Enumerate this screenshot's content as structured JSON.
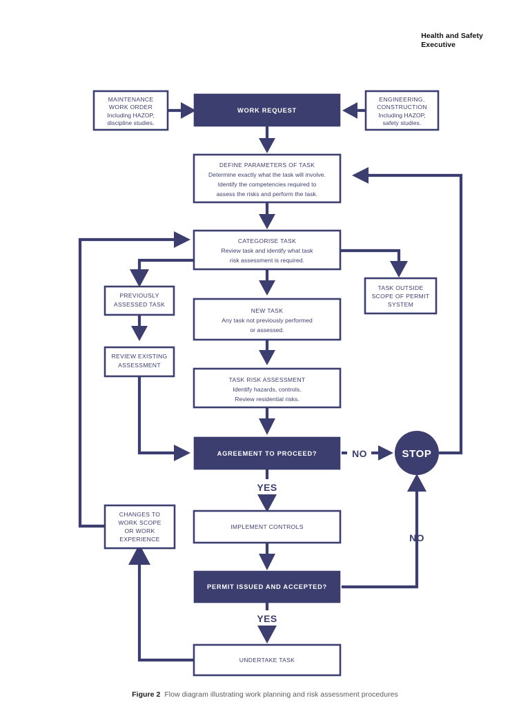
{
  "header": {
    "line1": "Health and Safety",
    "line2": "Executive"
  },
  "caption": {
    "figure_label": "Figure 2",
    "text": "Flow diagram illustrating work planning and risk assessment procedures"
  },
  "colors": {
    "brand_navy": "#3b3e6e",
    "page_background": "#ffffff",
    "box_text_light": "#ffffff",
    "caption_grey": "#5a5a5a"
  },
  "chart_data": {
    "type": "flowchart",
    "title": "Flow diagram illustrating work planning and risk assessment procedures",
    "nodes": [
      {
        "id": "maintenance",
        "style": "outline",
        "lines": [
          "MAINTENANCE",
          "WORK ORDER",
          "Including HAZOP,",
          "discipline studies."
        ]
      },
      {
        "id": "work_request",
        "style": "filled",
        "lines": [
          "WORK REQUEST"
        ]
      },
      {
        "id": "engineering",
        "style": "outline",
        "lines": [
          "ENGINEERING,",
          "CONSTRUCTION",
          "Including HAZOP,",
          "safety studies."
        ]
      },
      {
        "id": "define_parameters",
        "style": "outline",
        "lines": [
          "DEFINE PARAMETERS OF TASK",
          "Determine exactly what the task will involve.",
          "Identify the competencies required to",
          "assess the risks and perform the task."
        ]
      },
      {
        "id": "categorise_task",
        "style": "outline",
        "lines": [
          "CATEGORISE TASK",
          "Review task and identify what task",
          "risk assessment is required."
        ]
      },
      {
        "id": "previously_assessed",
        "style": "outline",
        "lines": [
          "PREVIOUSLY",
          "ASSESSED TASK"
        ]
      },
      {
        "id": "new_task",
        "style": "outline",
        "lines": [
          "NEW TASK",
          "Any task not previously performed",
          "or assessed."
        ]
      },
      {
        "id": "task_outside_scope",
        "style": "outline",
        "lines": [
          "TASK OUTSIDE",
          "SCOPE OF PERMIT",
          "SYSTEM"
        ]
      },
      {
        "id": "review_existing",
        "style": "outline",
        "lines": [
          "REVIEW EXISTING",
          "ASSESSMENT"
        ]
      },
      {
        "id": "task_risk_assessment",
        "style": "outline",
        "lines": [
          "TASK RISK ASSESSMENT",
          "Identify hazards, controls.",
          "Review residential risks."
        ]
      },
      {
        "id": "agreement_to_proceed",
        "style": "filled",
        "lines": [
          "AGREEMENT TO PROCEED?"
        ]
      },
      {
        "id": "stop",
        "style": "circle",
        "lines": [
          "STOP"
        ]
      },
      {
        "id": "changes_to_work",
        "style": "outline",
        "lines": [
          "CHANGES TO",
          "WORK SCOPE",
          "OR  WORK",
          "EXPERIENCE"
        ]
      },
      {
        "id": "implement_controls",
        "style": "outline",
        "lines": [
          "IMPLEMENT CONTROLS"
        ]
      },
      {
        "id": "permit_issued",
        "style": "filled",
        "lines": [
          "PERMIT ISSUED AND ACCEPTED?"
        ]
      },
      {
        "id": "undertake_task",
        "style": "outline",
        "lines": [
          "UNDERTAKE TASK"
        ]
      }
    ],
    "edge_labels": [
      "NO",
      "YES",
      "NO",
      "YES"
    ],
    "edges": [
      {
        "from": "maintenance",
        "to": "work_request",
        "label": ""
      },
      {
        "from": "engineering",
        "to": "work_request",
        "label": ""
      },
      {
        "from": "work_request",
        "to": "define_parameters",
        "label": ""
      },
      {
        "from": "define_parameters",
        "to": "categorise_task",
        "label": ""
      },
      {
        "from": "categorise_task",
        "to": "previously_assessed",
        "label": ""
      },
      {
        "from": "categorise_task",
        "to": "new_task",
        "label": ""
      },
      {
        "from": "categorise_task",
        "to": "task_outside_scope",
        "label": ""
      },
      {
        "from": "previously_assessed",
        "to": "review_existing",
        "label": ""
      },
      {
        "from": "new_task",
        "to": "task_risk_assessment",
        "label": ""
      },
      {
        "from": "task_risk_assessment",
        "to": "agreement_to_proceed",
        "label": ""
      },
      {
        "from": "review_existing",
        "to": "agreement_to_proceed",
        "label": ""
      },
      {
        "from": "agreement_to_proceed",
        "to": "stop",
        "label": "NO"
      },
      {
        "from": "agreement_to_proceed",
        "to": "implement_controls",
        "label": "YES"
      },
      {
        "from": "stop",
        "to": "define_parameters",
        "label": ""
      },
      {
        "from": "implement_controls",
        "to": "permit_issued",
        "label": ""
      },
      {
        "from": "permit_issued",
        "to": "stop",
        "label": "NO"
      },
      {
        "from": "permit_issued",
        "to": "undertake_task",
        "label": "YES"
      },
      {
        "from": "undertake_task",
        "to": "changes_to_work",
        "label": ""
      },
      {
        "from": "changes_to_work",
        "to": "categorise_task",
        "label": ""
      }
    ]
  },
  "nodes": {
    "maintenance": {
      "l1": "MAINTENANCE",
      "l2": "WORK ORDER",
      "l3": "Including HAZOP,",
      "l4": "discipline studies."
    },
    "work_request": {
      "l1": "WORK REQUEST"
    },
    "engineering": {
      "l1": "ENGINEERING,",
      "l2": "CONSTRUCTION",
      "l3": "Including HAZOP,",
      "l4": "safety studies."
    },
    "define_parameters": {
      "l1": "DEFINE PARAMETERS OF TASK",
      "l2": "Determine exactly what the task will involve.",
      "l3": "Identify the competencies required to",
      "l4": "assess the risks and perform the task."
    },
    "categorise_task": {
      "l1": "CATEGORISE TASK",
      "l2": "Review task and identify what task",
      "l3": "risk assessment is required."
    },
    "previously_assessed": {
      "l1": "PREVIOUSLY",
      "l2": "ASSESSED TASK"
    },
    "new_task": {
      "l1": "NEW TASK",
      "l2": "Any task not previously performed",
      "l3": "or assessed."
    },
    "task_outside_scope": {
      "l1": "TASK OUTSIDE",
      "l2": "SCOPE OF PERMIT",
      "l3": "SYSTEM"
    },
    "review_existing": {
      "l1": "REVIEW EXISTING",
      "l2": "ASSESSMENT"
    },
    "task_risk_assessment": {
      "l1": "TASK RISK ASSESSMENT",
      "l2": "Identify hazards, controls.",
      "l3": "Review residential risks."
    },
    "agreement_to_proceed": {
      "l1": "AGREEMENT TO PROCEED?"
    },
    "stop": {
      "l1": "STOP"
    },
    "changes_to_work": {
      "l1": "CHANGES TO",
      "l2": "WORK SCOPE",
      "l3": "OR  WORK",
      "l4": "EXPERIENCE"
    },
    "implement_controls": {
      "l1": "IMPLEMENT CONTROLS"
    },
    "permit_issued": {
      "l1": "PERMIT ISSUED AND ACCEPTED?"
    },
    "undertake_task": {
      "l1": "UNDERTAKE TASK"
    }
  },
  "labels": {
    "no_agreement": "NO",
    "yes_agreement": "YES",
    "no_permit": "NO",
    "yes_permit": "YES"
  }
}
